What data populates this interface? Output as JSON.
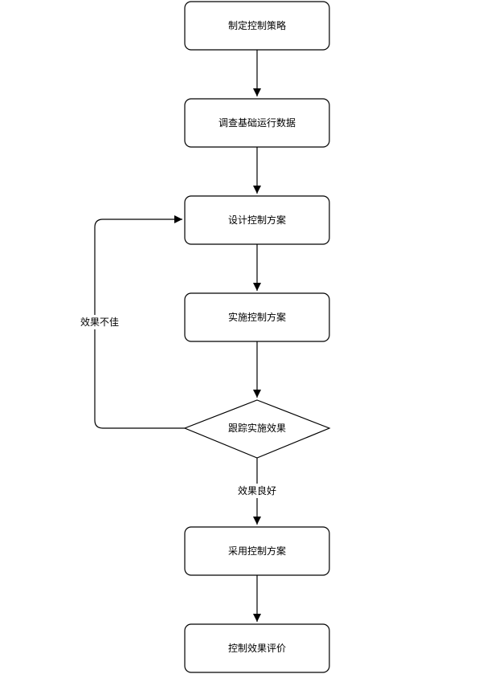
{
  "flowchart": {
    "nodes": [
      {
        "id": "n1",
        "label": "制定控制策略"
      },
      {
        "id": "n2",
        "label": "调查基础运行数据"
      },
      {
        "id": "n3",
        "label": "设计控制方案"
      },
      {
        "id": "n4",
        "label": "实施控制方案"
      },
      {
        "id": "n5",
        "label": "跟踪实施效果"
      },
      {
        "id": "n6",
        "label": "采用控制方案"
      },
      {
        "id": "n7",
        "label": "控制效果评价"
      }
    ],
    "edges": [
      {
        "from": "n1",
        "to": "n2",
        "label": ""
      },
      {
        "from": "n2",
        "to": "n3",
        "label": ""
      },
      {
        "from": "n3",
        "to": "n4",
        "label": ""
      },
      {
        "from": "n4",
        "to": "n5",
        "label": ""
      },
      {
        "from": "n5",
        "to": "n6",
        "label": "效果良好"
      },
      {
        "from": "n5",
        "to": "n3",
        "label": "效果不佳"
      },
      {
        "from": "n6",
        "to": "n7",
        "label": ""
      }
    ]
  }
}
